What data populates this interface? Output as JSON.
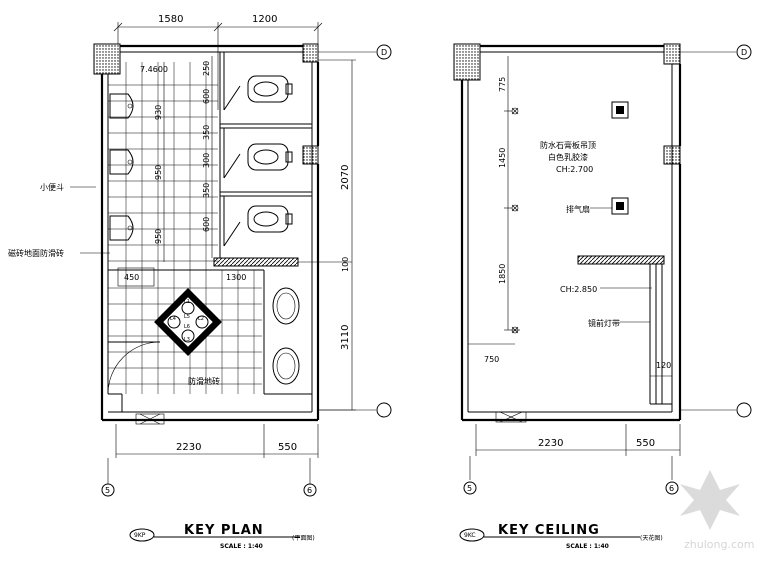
{
  "plan": {
    "dims_top": [
      "1580",
      "1200"
    ],
    "dims_bottom": [
      "2230",
      "550"
    ],
    "dims_right": [
      "2070",
      "100",
      "3110"
    ],
    "stall_dims_a": [
      "250",
      "600",
      "350"
    ],
    "stall_dims_b": [
      "300",
      "350",
      "600"
    ],
    "urinal_dims": [
      "930",
      "950",
      "950"
    ],
    "dim_450": "450",
    "dim_1300": "1300",
    "note_left_1": "小便斗",
    "note_left_2": "磁砖地面防滑砖",
    "note_bottom": "防滑地砖",
    "note_top_small": "7.4600",
    "marble_labels": [
      "L1",
      "L2",
      "L3",
      "L4",
      "L5",
      "L6"
    ],
    "grid_top": "D",
    "grid_bottom_left": "5",
    "grid_bottom_right": "6",
    "tag": "9KP",
    "title": "KEY PLAN",
    "scale": "SCALE : 1:40",
    "subtitle": "(平面图)"
  },
  "ceiling": {
    "dims_left": [
      "775",
      "1450",
      "1850"
    ],
    "dim_750": "750",
    "dims_bottom": [
      "2230",
      "550"
    ],
    "dim_120": "120",
    "note_1": "防水石膏板吊顶",
    "note_2": "白色乳胶漆",
    "note_3": "CH:2.700",
    "note_4": "排气扇",
    "note_5": "CH:2.850",
    "note_6": "镜前灯带",
    "grid_top": "D",
    "grid_bottom_left": "5",
    "grid_bottom_right": "6",
    "tag": "9KC",
    "title": "KEY CEILING",
    "scale": "SCALE : 1:40",
    "subtitle": "(天花图)"
  },
  "watermark": "zhulong.com"
}
